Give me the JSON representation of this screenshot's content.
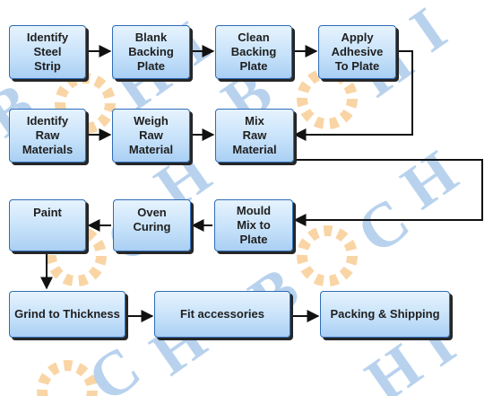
{
  "colors": {
    "box_border": "#2f6cb6",
    "box_fill_top": "#e6f3fd",
    "box_fill_bottom": "#a9cff3",
    "shadow": "#262626",
    "arrow": "#111111",
    "watermark_blue": "#7eaee0",
    "watermark_orange": "#f4b35c"
  },
  "watermark": {
    "letters": [
      "B",
      "C",
      "H",
      "I"
    ],
    "icon": "gear-icon"
  },
  "steps": {
    "identify_steel_strip": "Identify\nSteel\nStrip",
    "blank_backing_plate": "Blank\nBacking\nPlate",
    "clean_backing_plate": "Clean\nBacking\nPlate",
    "apply_adhesive": "Apply\nAdhesive\nTo Plate",
    "identify_raw_materials": "Identify\nRaw\nMaterials",
    "weigh_raw_material": "Weigh\nRaw\nMaterial",
    "mix_raw_material": "Mix\nRaw\nMaterial",
    "mould_mix": "Mould\nMix to\nPlate",
    "oven_curing": "Oven\nCuring",
    "paint": "Paint",
    "grind_to_thickness": "Grind to Thickness",
    "fit_accessories": "Fit accessories",
    "packing_shipping": "Packing & Shipping"
  }
}
